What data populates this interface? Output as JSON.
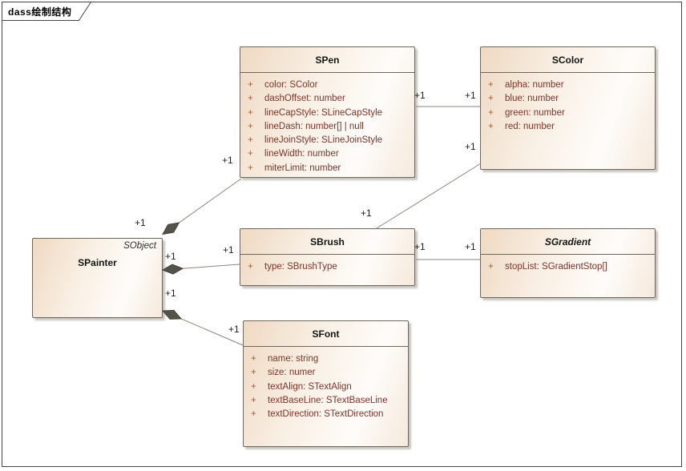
{
  "frame": {
    "label": "dass绘制结构"
  },
  "markers": {
    "plus": "+"
  },
  "classes": {
    "spainter": {
      "name": "SPainter",
      "parent": "SObject",
      "attrs": []
    },
    "spen": {
      "name": "SPen",
      "attrs": [
        "color: SColor",
        "dashOffset: number",
        "lineCapStyle: SLineCapStyle",
        "lineDash: number[] | null",
        "lineJoinStyle: SLineJoinStyle",
        "lineWidth: number",
        "miterLimit: number"
      ]
    },
    "scolor": {
      "name": "SColor",
      "attrs": [
        "alpha: number",
        "blue: number",
        "green: number",
        "red: number"
      ]
    },
    "sbrush": {
      "name": "SBrush",
      "attrs": [
        "type: SBrushType"
      ]
    },
    "sgradient": {
      "name": "SGradient",
      "abstract": true,
      "attrs": [
        "stopList: SGradientStop[]"
      ]
    },
    "sfont": {
      "name": "SFont",
      "attrs": [
        "name: string",
        "size: numer",
        "textAlign: STextAlign",
        "textBaseLine: STextBaseLine",
        "textDirection: STextDirection"
      ]
    }
  },
  "connectors": [
    {
      "type": "composition",
      "source": "SPainter",
      "target": "SPen",
      "source_label": "+1",
      "target_label": "+1"
    },
    {
      "type": "composition",
      "source": "SPainter",
      "target": "SBrush",
      "source_label": "+1",
      "target_label": "+1"
    },
    {
      "type": "composition",
      "source": "SPainter",
      "target": "SFont",
      "source_label": "+1",
      "target_label": "+1"
    },
    {
      "type": "association",
      "source": "SPen",
      "target": "SColor",
      "source_label": "+1",
      "target_label": "+1"
    },
    {
      "type": "association",
      "source": "SBrush",
      "target": "SColor",
      "source_label": "+1",
      "target_label": "+1"
    },
    {
      "type": "association",
      "source": "SBrush",
      "target": "SGradient",
      "source_label": "+1",
      "target_label": "+1"
    }
  ],
  "colors": {
    "box_fill_left": "#efd9c2",
    "box_fill_right": "#fefcfa",
    "box_border": "#6e675c",
    "attr_text": "#7b342a",
    "plus_marker": "#9c5f3a",
    "connector_line": "#8b867d",
    "diamond_fill": "#55514b",
    "frame_border": "#454545"
  }
}
